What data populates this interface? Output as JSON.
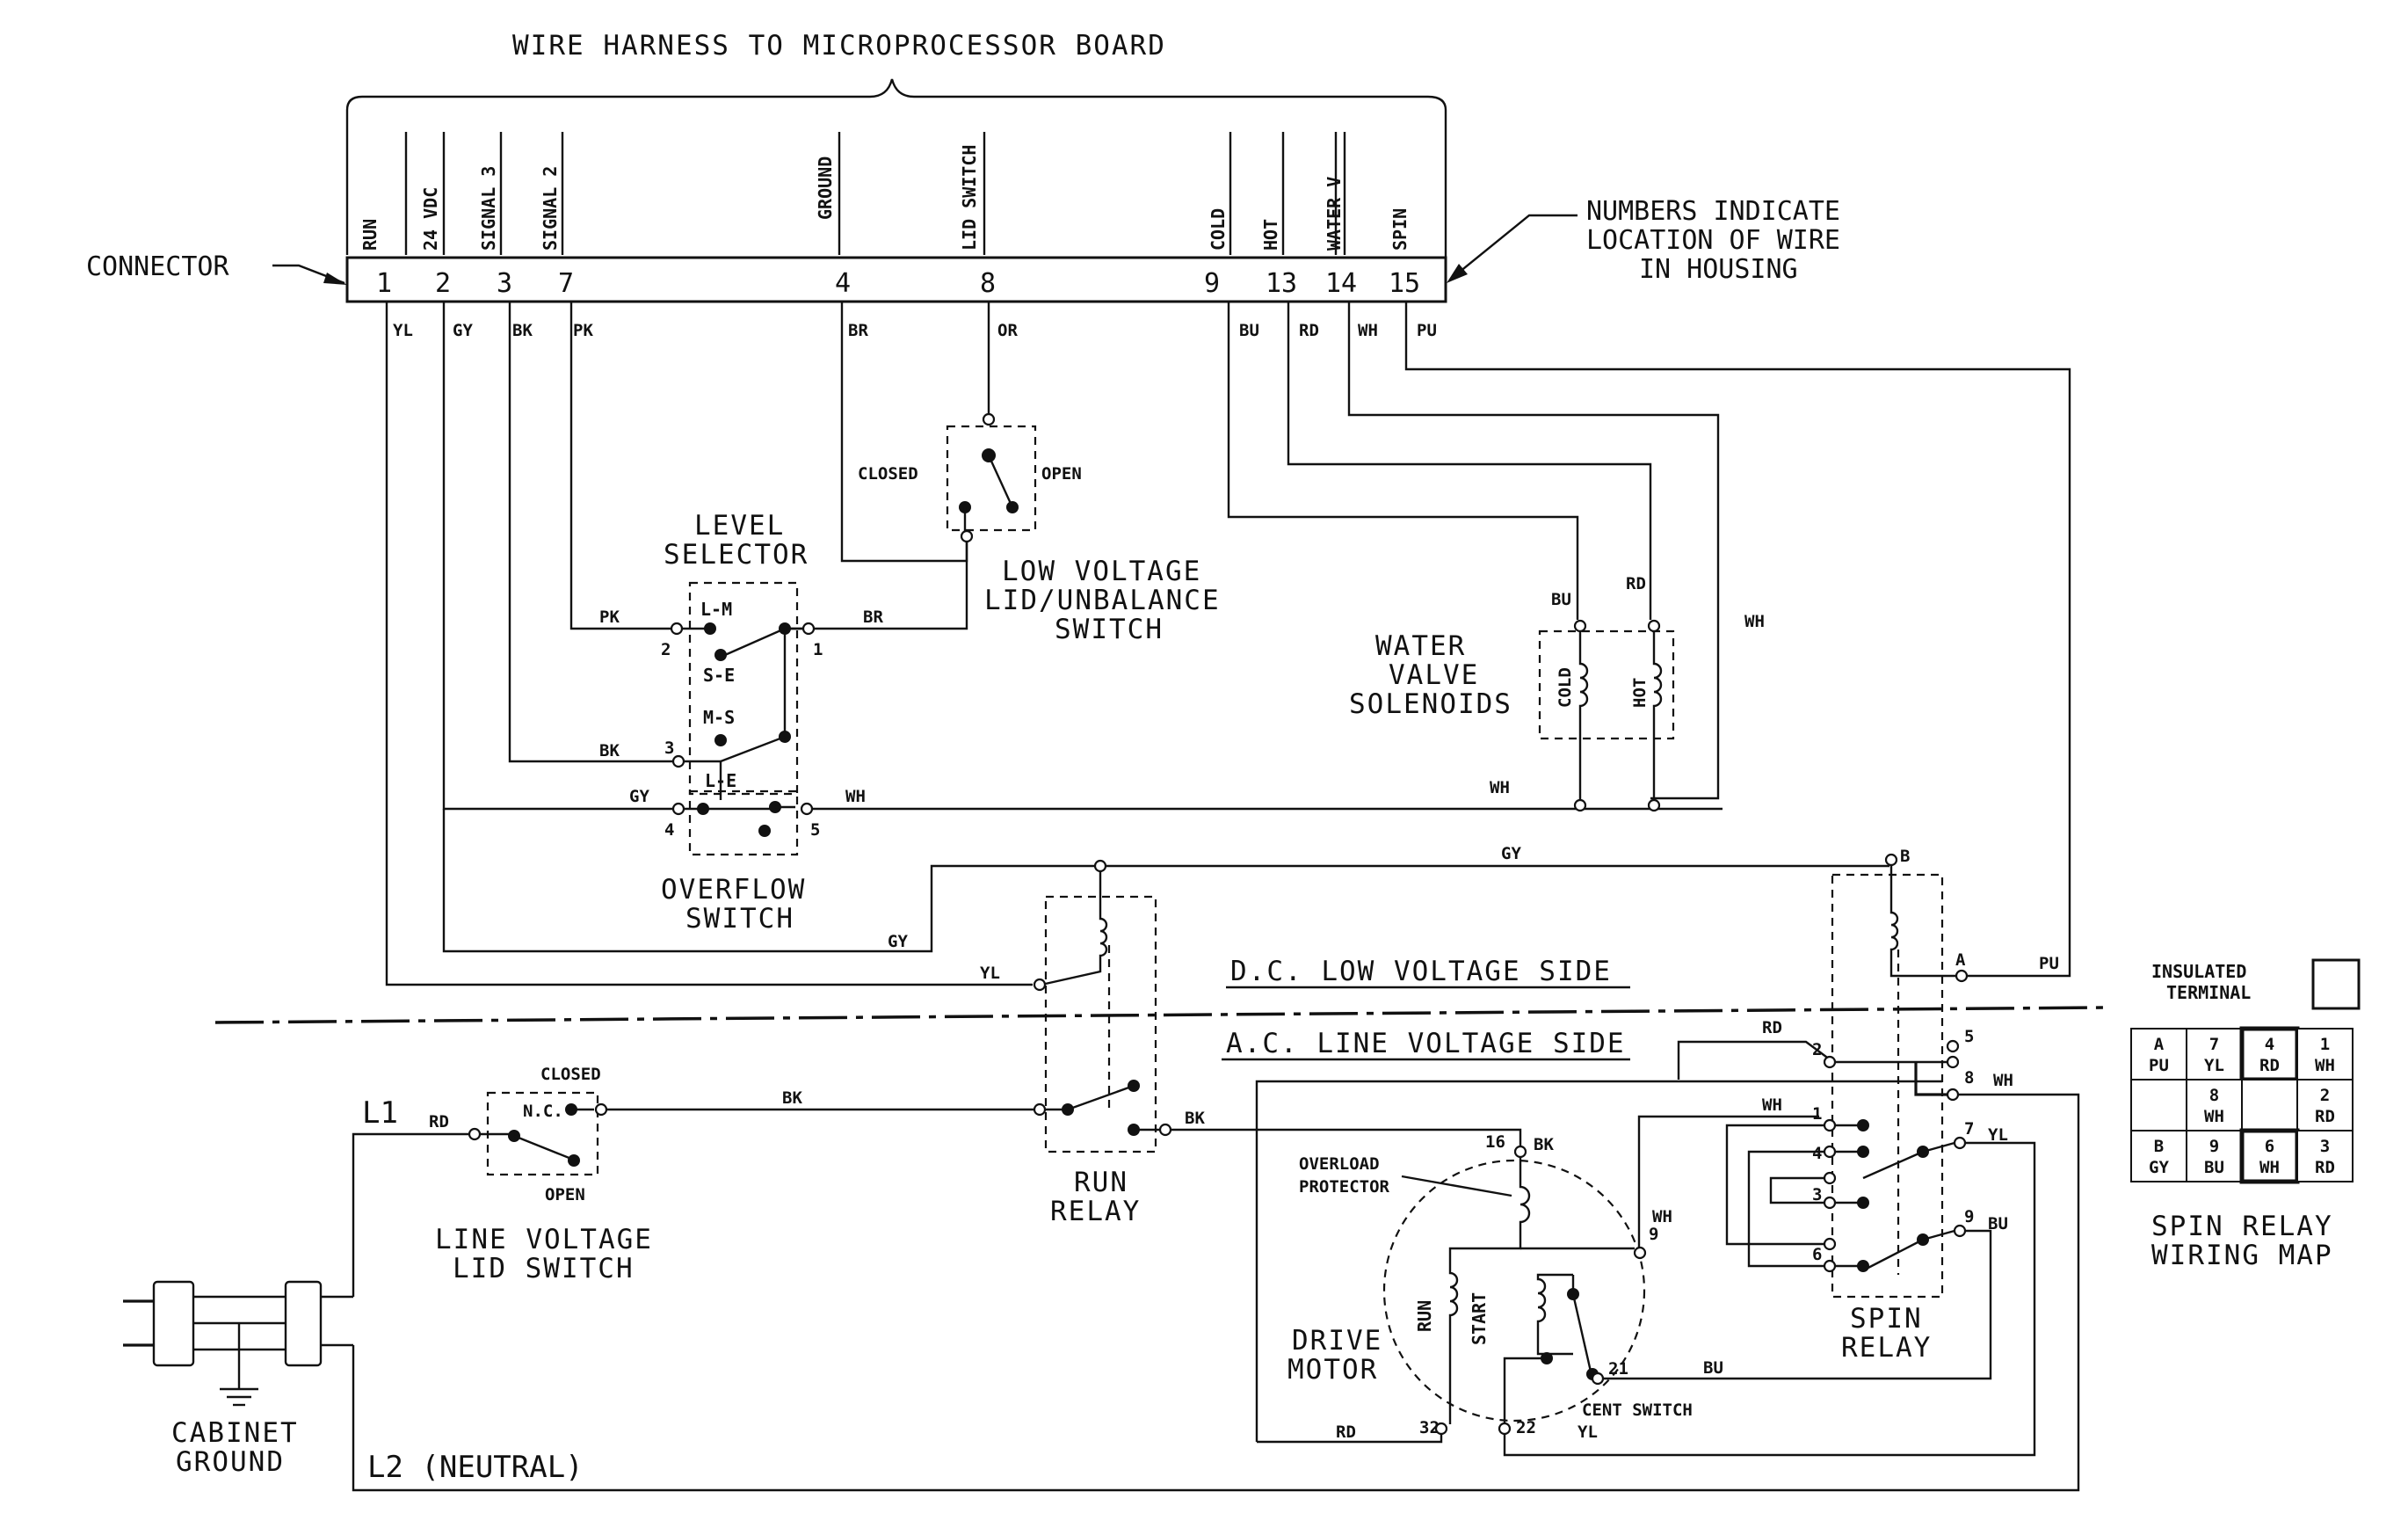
{
  "harness_title": "WIRE HARNESS TO MICROPROCESSOR BOARD",
  "connector_label": "CONNECTOR",
  "numbers_note": [
    "NUMBERS INDICATE",
    "LOCATION OF WIRE",
    "IN HOUSING"
  ],
  "pins": [
    {
      "label": "RUN",
      "num": "1",
      "color": "YL"
    },
    {
      "label": "24 VDC",
      "num": "2",
      "color": "GY"
    },
    {
      "label": "SIGNAL 3",
      "num": "3",
      "color": "BK"
    },
    {
      "label": "SIGNAL 2",
      "num": "7",
      "color": "PK"
    },
    {
      "label": "GROUND",
      "num": "4",
      "color": "BR"
    },
    {
      "label": "LID SWITCH",
      "num": "8",
      "color": "OR"
    },
    {
      "label": "COLD",
      "num": "9",
      "color": "BU"
    },
    {
      "label": "HOT",
      "num": "13",
      "color": "RD"
    },
    {
      "label": "WATER V",
      "num": "14",
      "color": "WH"
    },
    {
      "label": "SPIN",
      "num": "15",
      "color": "PU"
    }
  ],
  "level_selector": {
    "title": [
      "LEVEL",
      "SELECTOR"
    ],
    "contacts": [
      "L-M",
      "S-E",
      "M-S",
      "L-E"
    ],
    "terminals": [
      "2",
      "1",
      "3",
      "4",
      "5"
    ]
  },
  "overflow_switch": [
    "OVERFLOW",
    "SWITCH"
  ],
  "low_voltage_switch": {
    "title": [
      "LOW VOLTAGE",
      "LID/UNBALANCE",
      "SWITCH"
    ],
    "closed": "CLOSED",
    "open": "OPEN"
  },
  "water_valve": {
    "title": [
      "WATER",
      "VALVE",
      "SOLENOIDS"
    ],
    "cold": "COLD",
    "hot": "HOT"
  },
  "dc_side": "D.C. LOW VOLTAGE SIDE",
  "ac_side": "A.C. LINE VOLTAGE SIDE",
  "line_voltage_switch": {
    "title": [
      "LINE VOLTAGE",
      "LID SWITCH"
    ],
    "closed": "CLOSED",
    "nc": "N.C.",
    "open": "OPEN"
  },
  "run_relay": [
    "RUN",
    "RELAY"
  ],
  "spin_relay": {
    "title": [
      "SPIN",
      "RELAY"
    ],
    "terminals": [
      "B",
      "A",
      "2",
      "5",
      "8",
      "1",
      "4",
      "3",
      "6",
      "7",
      "9"
    ]
  },
  "drive_motor": {
    "title": [
      "DRIVE",
      "MOTOR"
    ],
    "overload": [
      "OVERLOAD",
      "PROTECTOR"
    ],
    "run": "RUN",
    "start": "START",
    "cent_switch": "CENT SWITCH",
    "terminals": [
      "16",
      "9",
      "21",
      "22",
      "32"
    ]
  },
  "l1": "L1",
  "l2": "L2 (NEUTRAL)",
  "cabinet_ground": [
    "CABINET",
    "GROUND"
  ],
  "wire_colors": {
    "rd": "RD",
    "bk": "BK",
    "yl": "YL",
    "gy": "GY",
    "pk": "PK",
    "br": "BR",
    "wh": "WH",
    "bu": "BU",
    "pu": "PU",
    "or": "OR"
  },
  "insulated_terminal": [
    "INSULATED",
    "TERMINAL"
  ],
  "wiring_map": {
    "title": [
      "SPIN RELAY",
      "WIRING MAP"
    ],
    "cells": [
      [
        "A",
        "PU",
        false
      ],
      [
        "7",
        "YL",
        false
      ],
      [
        "4",
        "RD",
        true
      ],
      [
        "1",
        "WH",
        false
      ],
      [
        "",
        "",
        false
      ],
      [
        "8",
        "WH",
        false
      ],
      [
        "",
        "",
        false
      ],
      [
        "2",
        "RD",
        false
      ],
      [
        "B",
        "GY",
        false
      ],
      [
        "9",
        "BU",
        false
      ],
      [
        "6",
        "WH",
        true
      ],
      [
        "3",
        "RD",
        false
      ]
    ]
  }
}
